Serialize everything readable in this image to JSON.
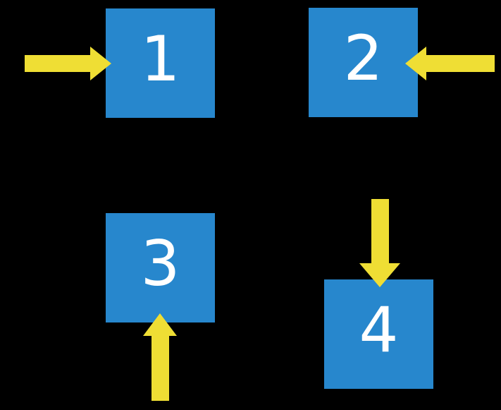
{
  "theme": {
    "background_color": "#000000",
    "square_color": "#2787CD",
    "arrow_color": "#EFDE34",
    "label_color": "#FFFFFF"
  },
  "diagram": {
    "squares": [
      {
        "label": "1",
        "arrow_icon": "arrow-right-icon"
      },
      {
        "label": "2",
        "arrow_icon": "arrow-left-icon"
      },
      {
        "label": "3",
        "arrow_icon": "arrow-up-icon"
      },
      {
        "label": "4",
        "arrow_icon": "arrow-down-icon"
      }
    ]
  }
}
